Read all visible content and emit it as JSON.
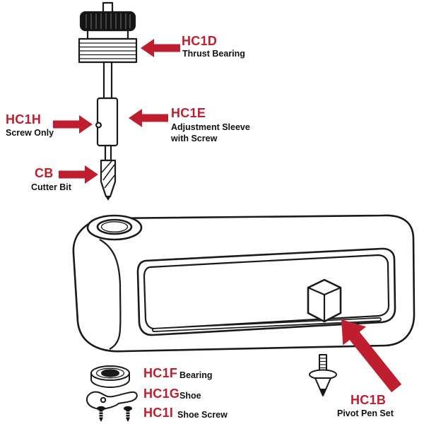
{
  "colors": {
    "accent": "#bf1e2e",
    "line": "#1a1a1a"
  },
  "labels": {
    "hc1d": {
      "code": "HC1D",
      "desc": "Thrust Bearing"
    },
    "hc1h": {
      "code": "HC1H",
      "desc": "Screw Only"
    },
    "hc1e": {
      "code": "HC1E",
      "desc": "Adjustment Sleeve",
      "desc2": "with Screw"
    },
    "cb": {
      "code": "CB",
      "desc": "Cutter Bit"
    },
    "hc1f": {
      "code": "HC1F",
      "desc": "Bearing"
    },
    "hc1g": {
      "code": "HC1G",
      "desc": "Shoe"
    },
    "hc1i": {
      "code": "HC1I",
      "desc": "Shoe Screw"
    },
    "hc1b": {
      "code": "HC1B",
      "desc": "Pivot Pen Set"
    }
  }
}
